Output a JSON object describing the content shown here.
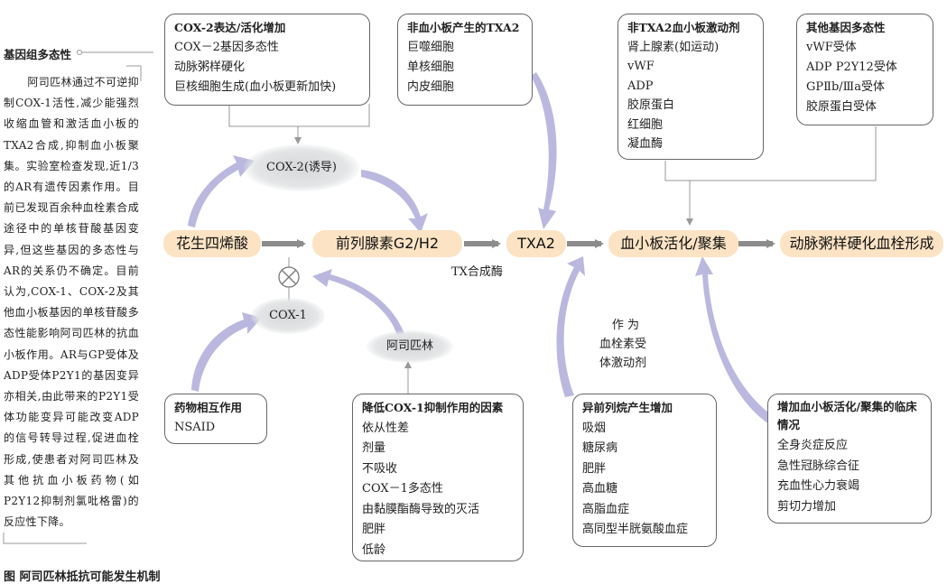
{
  "sidebar": {
    "heading": "基因组多态性",
    "text": "阿司匹林通过不可逆抑制COX-1活性,减少能强烈收缩血管和激活血小板的TXA2合成,抑制血小板聚集。实验室检查发现,近1/3的AR有遗传因素作用。目前已发现百余种血栓素合成途径中的单核苷酸基因变异,但这些基因的多态性与AR的关系仍不确定。目前认为,COX-1、COX-2及其他血小板基因的单核苷酸多态性能影响阿司匹林的抗血小板作用。AR与GP受体及ADP受体P2Y1的基因变异亦相关,由此带来的P2Y1受体功能变异可能改变ADP的信号转导过程,促进血栓形成,使患者对阿司匹林及其他抗血小板药物(如P2Y12抑制剂氯吡格雷)的反应性下降。"
  },
  "caption": "图  阿司匹林抵抗可能发生机制",
  "pathway": {
    "arachidonic_acid": "花生四烯酸",
    "prostaglandin": "前列腺素G2/H2",
    "txa2": "TXA2",
    "platelet_activation": "血小板活化/聚集",
    "atherothrombosis": "动脉粥样硬化血栓形成"
  },
  "labels": {
    "cox2_induced": "COX-2(诱导)",
    "cox1": "COX-1",
    "aspirin": "阿司匹林",
    "tx_synthase": "TX合成酶",
    "as_agonist": [
      "作 为",
      "血栓素受",
      "体激动剂"
    ]
  },
  "boxes": {
    "cox2_expression": {
      "title": "COX-2表达/活化增加",
      "items": [
        "COX－2基因多态性",
        "动脉粥样硬化",
        "巨核细胞生成(血小板更新加快)"
      ]
    },
    "non_platelet_txa2": {
      "title": "非血小板产生的TXA2",
      "items": [
        "巨噬细胞",
        "单核细胞",
        "内皮细胞"
      ]
    },
    "non_txa2_agonists": {
      "title": "非TXA2血小板激动剂",
      "items": [
        "肾上腺素(如运动)",
        "vWF",
        "ADP",
        "胶原蛋白",
        "红细胞",
        "凝血酶"
      ]
    },
    "other_polymorphisms": {
      "title": "其他基因多态性",
      "items": [
        "vWF受体",
        "ADP P2Y12受体",
        "GPⅡb/Ⅲa受体",
        "胶原蛋白受体"
      ]
    },
    "drug_interaction": {
      "title": "药物相互作用",
      "items": [
        "NSAID"
      ]
    },
    "cox1_inhibition_factors": {
      "title": "降低COX-1抑制作用的因素",
      "items": [
        "依从性差",
        "剂量",
        "不吸收",
        "COX－1多态性",
        "由黏膜酯酶导致的灭活",
        "肥胖",
        "低龄"
      ]
    },
    "isoprostanes": {
      "title": "异前列烷产生增加",
      "items": [
        "吸烟",
        "糖尿病",
        "肥胖",
        "高血糖",
        "高脂血症",
        "高同型半胱氨酸血症"
      ]
    },
    "clinical_conditions": {
      "title": "增加血小板活化/聚集的临床情况",
      "items": [
        "全身炎症反应",
        "急性冠脉综合征",
        "充血性心力衰竭",
        "剪切力增加"
      ]
    }
  },
  "colors": {
    "pathway_fill": "#fbe3c4",
    "arrow_gray": "#8c8c8c",
    "curved_arrow": "#b3b0dc",
    "border": "#666666"
  }
}
